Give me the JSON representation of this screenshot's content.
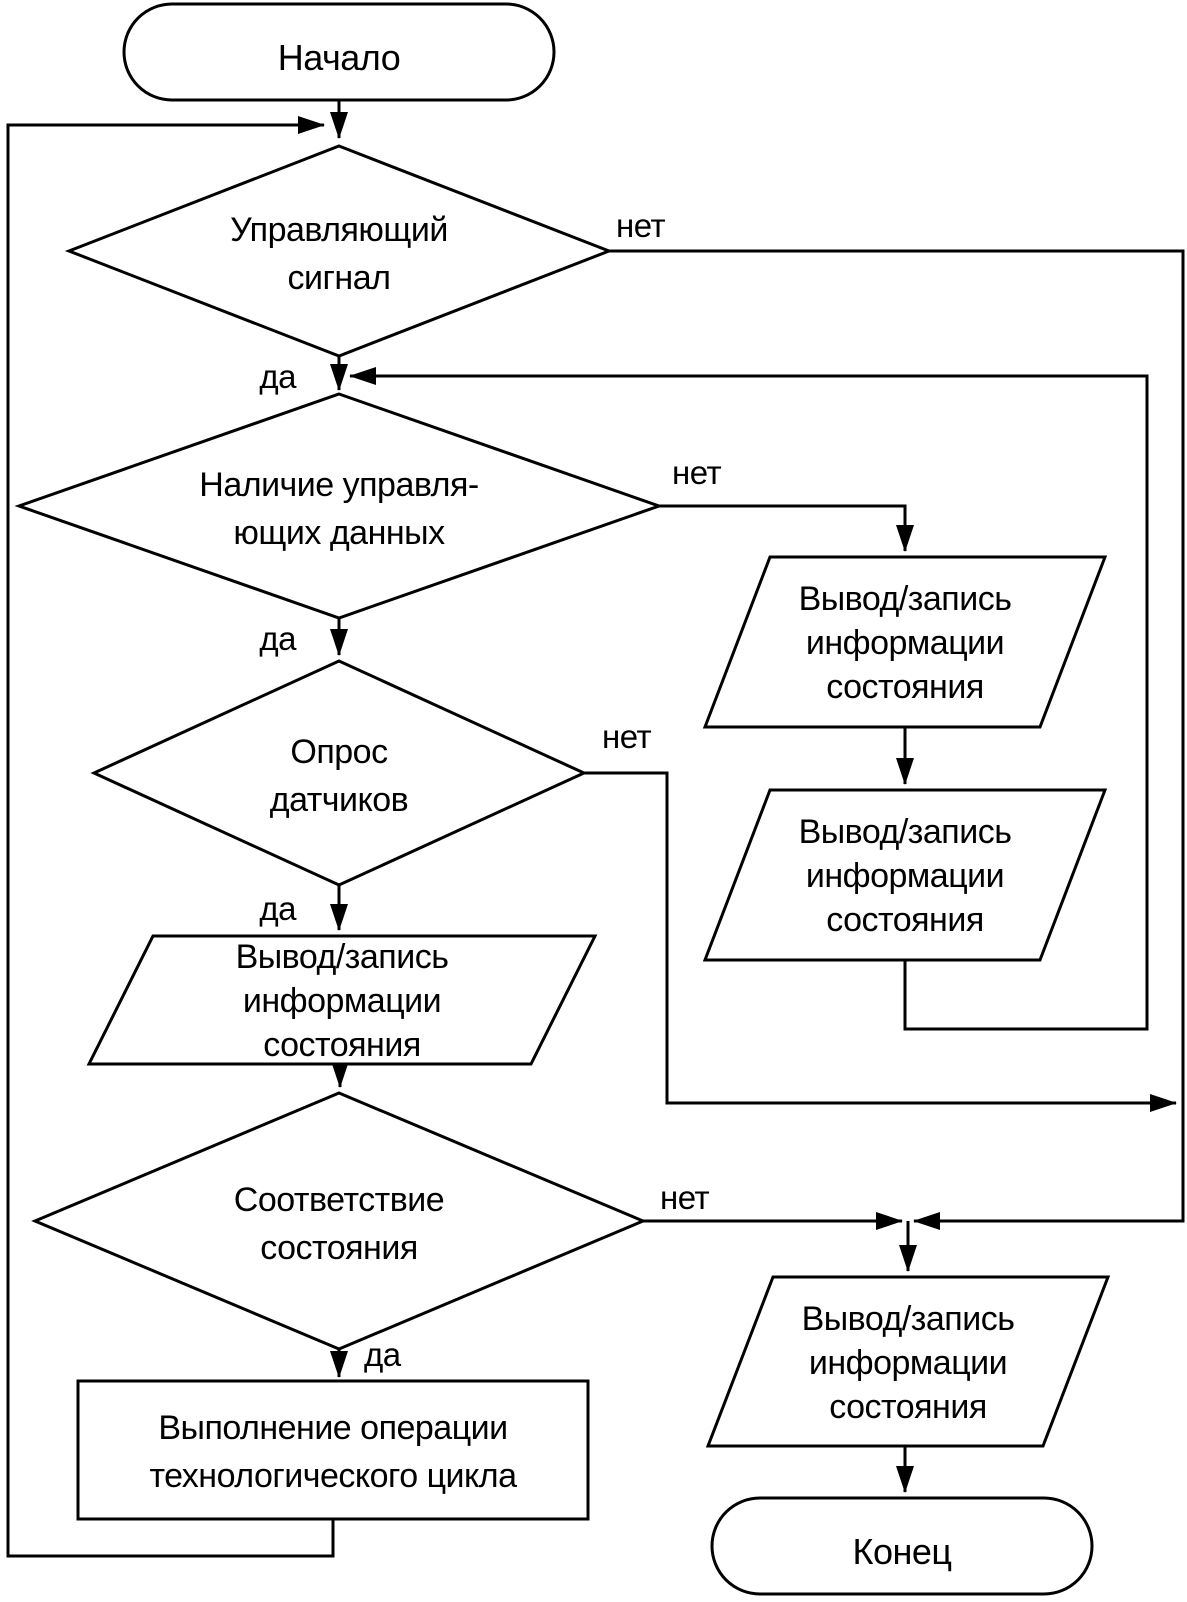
{
  "diagram": {
    "colors": {
      "stroke": "#000000",
      "fill": "#ffffff",
      "background": "#ffffff"
    },
    "labels": {
      "yes": "да",
      "no": "нет"
    },
    "nodes": {
      "start": {
        "type": "terminator",
        "text": "Начало"
      },
      "decision_control_signal": {
        "type": "decision",
        "lines": [
          "Управляющий",
          "сигнал"
        ]
      },
      "decision_control_data": {
        "type": "decision",
        "lines": [
          "Наличие управля-",
          "ющих данных"
        ]
      },
      "decision_sensor_poll": {
        "type": "decision",
        "lines": [
          "Опрос",
          "датчиков"
        ]
      },
      "io_state_left": {
        "type": "io",
        "lines": [
          "Вывод/запись",
          "информации",
          "состояния"
        ]
      },
      "decision_state_match": {
        "type": "decision",
        "lines": [
          "Соответствие",
          "состояния"
        ]
      },
      "process_tech_cycle": {
        "type": "process",
        "lines": [
          "Выполнение операции",
          "технологического цикла"
        ]
      },
      "io_state_right_1": {
        "type": "io",
        "lines": [
          "Вывод/запись",
          "информации",
          "состояния"
        ]
      },
      "io_state_right_2": {
        "type": "io",
        "lines": [
          "Вывод/запись",
          "информации",
          "состояния"
        ]
      },
      "io_state_bottom": {
        "type": "io",
        "lines": [
          "Вывод/запись",
          "информации",
          "состояния"
        ]
      },
      "end": {
        "type": "terminator",
        "text": "Конец"
      }
    },
    "edges": [
      {
        "from": "start",
        "to": "decision_control_signal",
        "label": ""
      },
      {
        "from": "decision_control_signal",
        "to": "io_state_bottom",
        "label": "нет"
      },
      {
        "from": "decision_control_signal",
        "to": "decision_control_data",
        "label": "да"
      },
      {
        "from": "decision_control_data",
        "to": "io_state_right_1",
        "label": "нет"
      },
      {
        "from": "decision_control_data",
        "to": "decision_sensor_poll",
        "label": "да"
      },
      {
        "from": "io_state_right_1",
        "to": "io_state_right_2",
        "label": ""
      },
      {
        "from": "io_state_right_2",
        "to": "decision_control_data",
        "label": ""
      },
      {
        "from": "decision_sensor_poll",
        "to": "io_state_bottom",
        "label": "нет"
      },
      {
        "from": "decision_sensor_poll",
        "to": "io_state_left",
        "label": "да"
      },
      {
        "from": "io_state_left",
        "to": "decision_state_match",
        "label": ""
      },
      {
        "from": "decision_state_match",
        "to": "io_state_bottom",
        "label": "нет"
      },
      {
        "from": "decision_state_match",
        "to": "process_tech_cycle",
        "label": "да"
      },
      {
        "from": "process_tech_cycle",
        "to": "decision_control_signal",
        "label": ""
      },
      {
        "from": "io_state_bottom",
        "to": "end",
        "label": ""
      }
    ]
  }
}
